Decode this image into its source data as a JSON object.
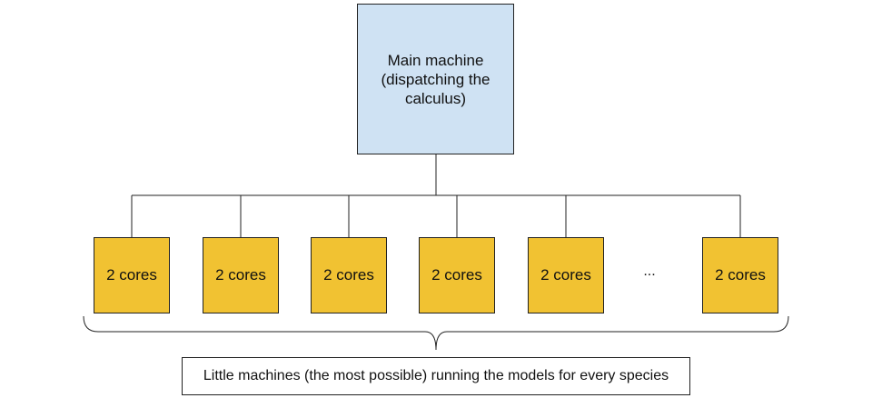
{
  "colors": {
    "main_fill": "#cfe2f3",
    "core_fill": "#f1c232",
    "stroke": "#222222"
  },
  "main": {
    "label": "Main machine\n(dispatching the\ncalculus)"
  },
  "cores": [
    {
      "label": "2 cores"
    },
    {
      "label": "2 cores"
    },
    {
      "label": "2 cores"
    },
    {
      "label": "2 cores"
    },
    {
      "label": "2 cores"
    },
    {
      "label": "2 cores"
    }
  ],
  "ellipsis": "...",
  "caption": "Little machines (the most possible) running the models for every species"
}
